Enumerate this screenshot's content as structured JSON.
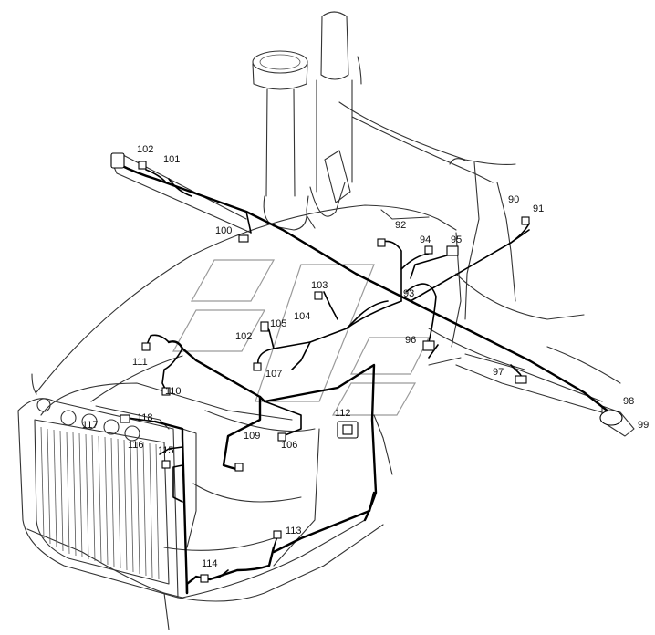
{
  "callouts": [
    {
      "id": "c90",
      "text": "90"
    },
    {
      "id": "c91",
      "text": "91"
    },
    {
      "id": "c92",
      "text": "92"
    },
    {
      "id": "c93",
      "text": "93"
    },
    {
      "id": "c94",
      "text": "94"
    },
    {
      "id": "c95",
      "text": "95"
    },
    {
      "id": "c96",
      "text": "96"
    },
    {
      "id": "c97",
      "text": "97"
    },
    {
      "id": "c98",
      "text": "98"
    },
    {
      "id": "c99",
      "text": "99"
    },
    {
      "id": "c100",
      "text": "100"
    },
    {
      "id": "c101",
      "text": "101"
    },
    {
      "id": "c102",
      "text": "102"
    },
    {
      "id": "c102b",
      "text": "102"
    },
    {
      "id": "c103",
      "text": "103"
    },
    {
      "id": "c104",
      "text": "104"
    },
    {
      "id": "c105",
      "text": "105"
    },
    {
      "id": "c106",
      "text": "106"
    },
    {
      "id": "c107",
      "text": "107"
    },
    {
      "id": "c109",
      "text": "109"
    },
    {
      "id": "c110",
      "text": "110"
    },
    {
      "id": "c111",
      "text": "111"
    },
    {
      "id": "c112",
      "text": "112"
    },
    {
      "id": "c113",
      "text": "113"
    },
    {
      "id": "c114",
      "text": "114"
    },
    {
      "id": "c115",
      "text": "115"
    },
    {
      "id": "c116",
      "text": "116"
    },
    {
      "id": "c117",
      "text": "117"
    },
    {
      "id": "c118",
      "text": "118"
    }
  ]
}
